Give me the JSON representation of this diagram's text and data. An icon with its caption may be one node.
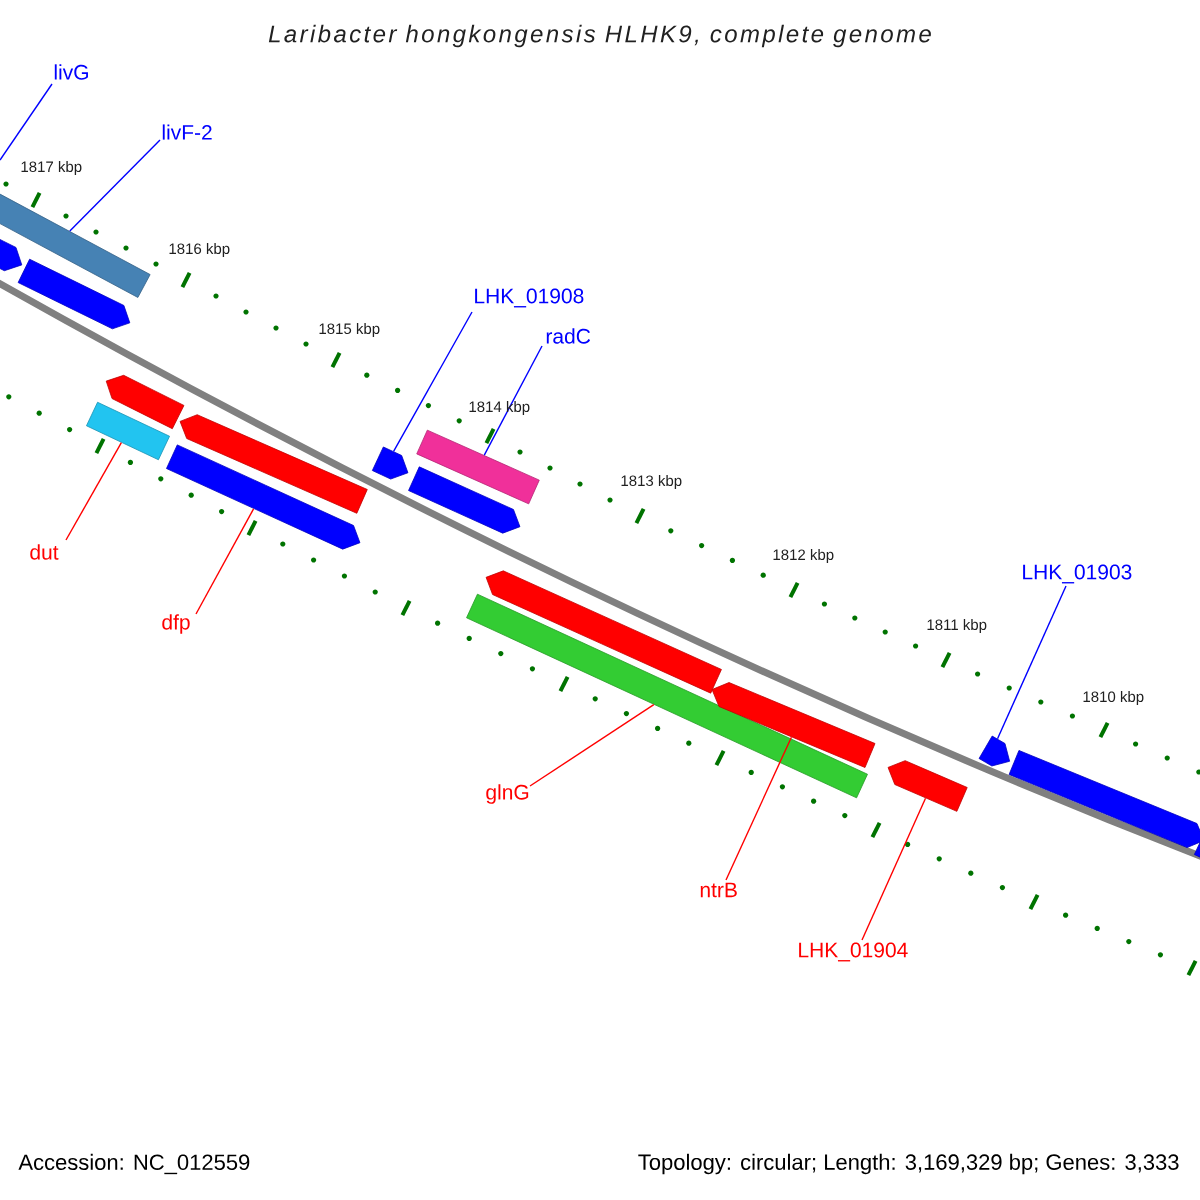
{
  "diagram": {
    "title": "Laribacter hongkongensis HLHK9, complete genome",
    "nodes": [
      {
        "text": [
          "livG"
        ]
      },
      {
        "text": [
          "livF-2"
        ]
      },
      {
        "text": [
          "LHK_01908"
        ]
      },
      {
        "text": [
          "radC"
        ]
      },
      {
        "text": [
          "LHK_01903"
        ]
      },
      {
        "text": [
          "dut"
        ]
      },
      {
        "text": [
          "dfp"
        ]
      },
      {
        "text": [
          "glnG"
        ]
      },
      {
        "text": [
          "ntrB"
        ]
      },
      {
        "text": [
          "LHK_01904"
        ]
      },
      {
        "text": [],
        "shape": "bar"
      },
      {
        "text": [],
        "shape": "bar"
      },
      {
        "text": [],
        "shape": "bar"
      },
      {
        "text": [],
        "shape": "bar"
      },
      {
        "text": [],
        "shape": "bar"
      },
      {
        "text": [],
        "shape": "bar"
      },
      {
        "text": [],
        "shape": "bar"
      },
      {
        "text": [],
        "shape": "bar"
      },
      {
        "text": [],
        "shape": "bar"
      },
      {
        "text": [],
        "shape": "bar"
      },
      {
        "text": [],
        "shape": "bar"
      },
      {
        "text": [],
        "shape": "bar"
      },
      {
        "text": [],
        "shape": "bar"
      },
      {
        "text": [],
        "shape": "bar"
      },
      {
        "text": [],
        "shape": "bar"
      },
      {
        "text": [],
        "shape": "bar"
      },
      {
        "text": [],
        "shape": "bar"
      }
    ],
    "edges": [
      {
        "from": 0,
        "to": null,
        "arrow": "none"
      },
      {
        "from": 1,
        "to": 10,
        "arrow": "none"
      },
      {
        "from": 2,
        "to": 17,
        "arrow": "none"
      },
      {
        "from": 3,
        "to": 18,
        "arrow": "none"
      },
      {
        "from": 4,
        "to": 24,
        "arrow": "none"
      },
      {
        "from": 5,
        "to": 13,
        "arrow": "none",
        "color": "#ff0000"
      },
      {
        "from": 6,
        "to": 15,
        "arrow": "none",
        "color": "#ff0000"
      },
      {
        "from": 7,
        "to": 20,
        "arrow": "none",
        "color": "#ff0000"
      },
      {
        "from": 8,
        "to": 22,
        "arrow": "none",
        "color": "#ff0000"
      },
      {
        "from": 9,
        "to": 23,
        "arrow": "none",
        "color": "#ff0000"
      }
    ],
    "labels": [
      "1817 kbp",
      "1816 kbp",
      "1815 kbp",
      "1814 kbp",
      "1813 kbp",
      "1812 kbp",
      "1811 kbp",
      "1810 kbp",
      "Accession: NC_012559",
      "Topology: circular; Length: 3,169,329 bp; Genes: 3,333"
    ]
  }
}
